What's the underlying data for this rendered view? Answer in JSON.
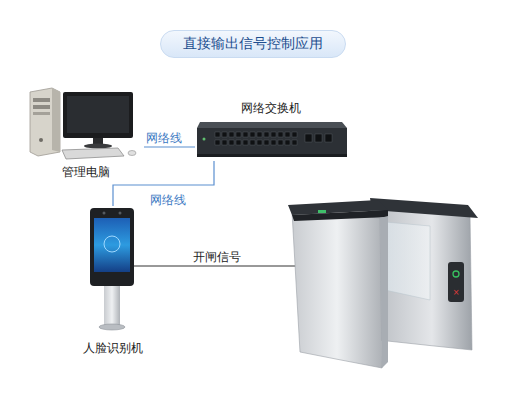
{
  "diagram": {
    "title": "直接输出信号控制应用",
    "nodes": [
      {
        "text": [
          "管理电脑"
        ]
      },
      {
        "text": [
          "网络交换机"
        ]
      },
      {
        "text": [
          "人脸识别机"
        ]
      }
    ],
    "edges": [
      {
        "from": 0,
        "to": 1,
        "label": "网络线",
        "arrow": "none"
      },
      {
        "from": 1,
        "to": 2,
        "label": "网络线",
        "arrow": "none"
      }
    ],
    "labels": [
      "开闸信号"
    ]
  }
}
